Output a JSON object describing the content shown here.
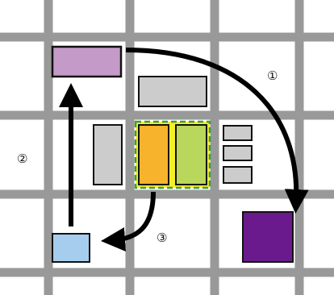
{
  "labels": {
    "one": "①",
    "two": "②",
    "three": "③"
  },
  "colors": {
    "grid": "#999999",
    "background": "#ffffff",
    "block_purple_light": "#c49ac8",
    "block_gray": "#cccccc",
    "block_orange": "#f7b32b",
    "block_lime": "#b9d75b",
    "highlight_fill": "#f5ef28",
    "highlight_dash": "#3e9c3e",
    "block_purple_dark": "#6a1a8c",
    "block_blue": "#a6cdee",
    "arrow": "#000000",
    "outline": "#111111"
  }
}
